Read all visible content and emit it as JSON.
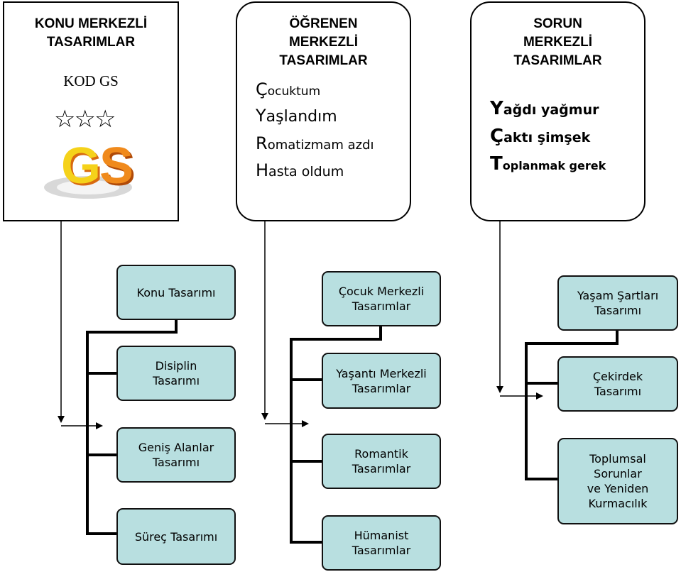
{
  "top": {
    "konu": {
      "title": "KONU MERKEZLİ\nTASARIMLAR",
      "code": "KOD GS",
      "stars": "☆☆☆",
      "logo": {
        "g": "G",
        "s": "S"
      }
    },
    "ogrenen": {
      "title": "ÖĞRENEN\nMERKEZLİ\nTASARIMLAR",
      "lines": [
        {
          "cap": "Ç",
          "rest": "ocuktum"
        },
        {
          "cap": "Y",
          "rest": "aşlandım"
        },
        {
          "cap": "R",
          "rest": "omatizmam azdı"
        },
        {
          "cap": "H",
          "rest": "asta oldum"
        }
      ]
    },
    "sorun": {
      "title": "SORUN\nMERKEZLİ\nTASARIMLAR",
      "lines": [
        {
          "cap": "Y",
          "rest": "ağdı yağmur"
        },
        {
          "cap": "Ç",
          "rest": "aktı şimşek"
        },
        {
          "cap": "T",
          "rest": "oplanmak gerek"
        }
      ]
    }
  },
  "columns": {
    "konu": {
      "head": "Konu Tasarımı",
      "items": [
        "Disiplin\nTasarımı",
        "Geniş Alanlar\nTasarımı",
        "Süreç Tasarımı"
      ]
    },
    "ogrenen": {
      "head": "Çocuk Merkezli\nTasarımlar",
      "items": [
        "Yaşantı Merkezli\nTasarımlar",
        "Romantik\nTasarımlar",
        "Hümanist\nTasarımlar"
      ]
    },
    "sorun": {
      "head": "Yaşam Şartları\nTasarımı",
      "items": [
        "Çekirdek\nTasarımı",
        "Toplumsal\nSorunlar\nve Yeniden\nKurmacılık"
      ]
    }
  },
  "colors": {
    "node_fill": "#b8dfe0",
    "border": "#000000",
    "logo_orange": "#f08a1c",
    "logo_yellow": "#f5d21a"
  }
}
